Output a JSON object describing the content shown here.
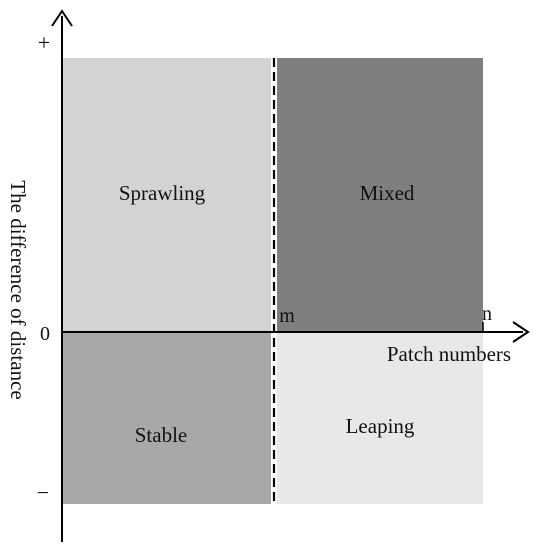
{
  "diagram": {
    "y_axis": {
      "label": "The difference of distance",
      "top_label": "+",
      "zero_label": "0",
      "bottom_label": "−"
    },
    "x_axis": {
      "label": "Patch numbers",
      "marker_m": "m",
      "marker_n": "n"
    },
    "quadrants": {
      "top_left": {
        "label": "Sprawling",
        "color": "#d3d3d3"
      },
      "top_right": {
        "label": "Mixed",
        "color": "#7f7f7f"
      },
      "bottom_left": {
        "label": "Stable",
        "color": "#a8a8a8"
      },
      "bottom_right": {
        "label": "Leaping",
        "color": "#e8e8e8"
      }
    },
    "divider_style": "dashed",
    "axis_color": "#000000"
  }
}
